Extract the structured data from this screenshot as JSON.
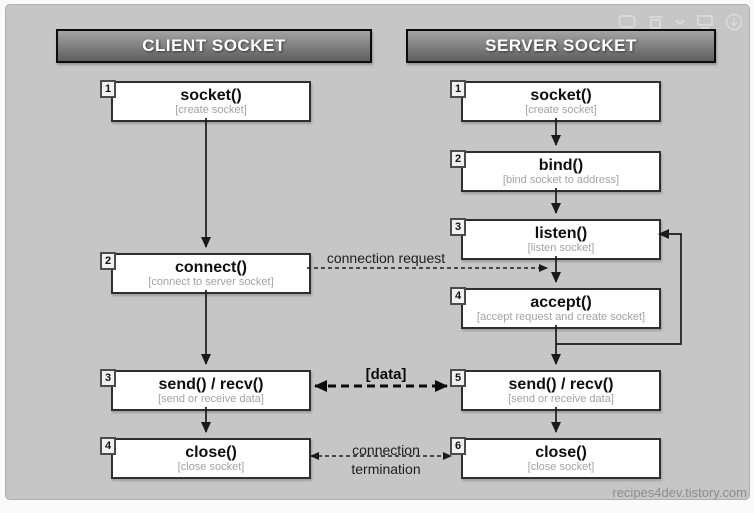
{
  "client": {
    "header": "CLIENT SOCKET",
    "steps": [
      {
        "num": "1",
        "title": "socket()",
        "subtitle": "[create socket]"
      },
      {
        "num": "2",
        "title": "connect()",
        "subtitle": "[connect to server socket]"
      },
      {
        "num": "3",
        "title": "send() / recv()",
        "subtitle": "[send or receive data]"
      },
      {
        "num": "4",
        "title": "close()",
        "subtitle": "[close socket]"
      }
    ]
  },
  "server": {
    "header": "SERVER SOCKET",
    "steps": [
      {
        "num": "1",
        "title": "socket()",
        "subtitle": "[create socket]"
      },
      {
        "num": "2",
        "title": "bind()",
        "subtitle": "[bind socket to address]"
      },
      {
        "num": "3",
        "title": "listen()",
        "subtitle": "[listen socket]"
      },
      {
        "num": "4",
        "title": "accept()",
        "subtitle": "[accept request and create socket]"
      },
      {
        "num": "5",
        "title": "send() / recv()",
        "subtitle": "[send or receive data]"
      },
      {
        "num": "6",
        "title": "close()",
        "subtitle": "[close socket]"
      }
    ]
  },
  "labels": {
    "connection_request": "connection request",
    "data_transfer": "[data]",
    "termination_line1": "connection",
    "termination_line2": "termination"
  },
  "watermark": "recipes4dev.tistory.com",
  "toolbar_icons": [
    "comment-icon",
    "save-icon",
    "chevron-down-icon",
    "monitor-icon",
    "download-icon"
  ],
  "colors": {
    "canvas_bg": "#c6c6c6",
    "header_gradient_top": "#a3a3a3",
    "header_gradient_bottom": "#5e5e5e",
    "box_border": "#2e2e2e",
    "arrow": "#1a1a1a",
    "subtitle_text": "#a3a3a3",
    "watermark_text": "#8d8d8d"
  }
}
